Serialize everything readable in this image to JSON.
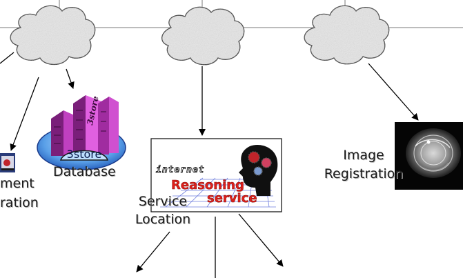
{
  "labels": {
    "document_line1": "ment",
    "document_line2": "ration",
    "database": "Database",
    "database_sign": "3store",
    "database_roof": "3store",
    "service_line1": "Service",
    "service_line2": "Location",
    "image_line1": "Image",
    "image_line2": "Registration",
    "reasoning_top": "internet",
    "reasoning_main": "Reasoning",
    "reasoning_sub": "service"
  },
  "colors": {
    "cloud_fill": "#e6e6e6",
    "line": "#7a7a7a",
    "arrow": "#000000",
    "building_magenta": "#c040c0",
    "building_dark": "#7a1f7a",
    "pool_blue": "#5aa0e8",
    "reasoning_red": "#e0201a",
    "grid_blue": "#3b4fd0",
    "scan_dark": "#050505"
  },
  "icons": [
    "cloud-icon",
    "database-building-icon",
    "reasoning-service-logo",
    "brain-scan-image",
    "document-thumbnail-icon"
  ]
}
